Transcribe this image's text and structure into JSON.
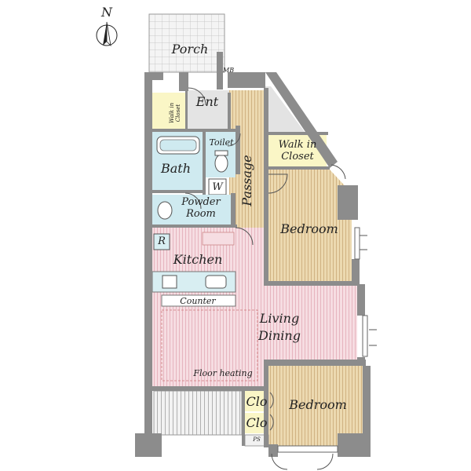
{
  "compass": {
    "label": "N"
  },
  "rooms": {
    "porch": "Porch",
    "mb": "MB",
    "entrance": "Ent",
    "walk_in_closet_left": {
      "line1": "Walk in",
      "line2": "Closet"
    },
    "toilet": "Toilet",
    "bath": "Bath",
    "passage": "Passage",
    "walk_in_closet_right": {
      "line1": "Walk in",
      "line2": "Closet"
    },
    "washer": "W",
    "powder_room": {
      "line1": "Powder",
      "line2": "Room"
    },
    "bedroom_north": "Bedroom",
    "refrigerator": "R",
    "kitchen": "Kitchen",
    "counter": "Counter",
    "living_dining": {
      "line1": "Living",
      "line2": "Dining"
    },
    "floor_heating": "Floor heating",
    "closet_1": "Clo",
    "closet_2": "Clo",
    "bedroom_south": "Bedroom",
    "ps": "PS"
  },
  "colors": {
    "wall": "#8c8c8c",
    "wood": "#ecd9b0",
    "wood_line": "#c9a877",
    "pink": "#f6dde2",
    "pink_line": "#e2aab5",
    "wet": "#cfeaf0",
    "closet": "#faf6c6",
    "balcony": "#eeeeee"
  }
}
